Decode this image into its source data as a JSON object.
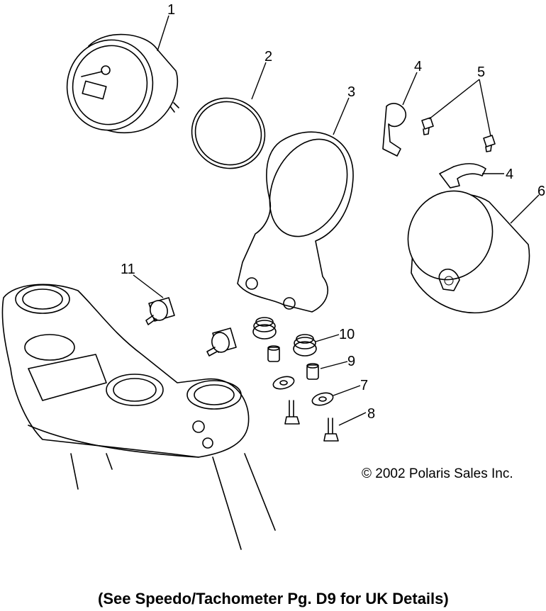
{
  "callouts": {
    "c1": "1",
    "c2": "2",
    "c3": "3",
    "c4a": "4",
    "c4b": "4",
    "c5": "5",
    "c6": "6",
    "c7": "7",
    "c8": "8",
    "c9": "9",
    "c10": "10",
    "c11": "11"
  },
  "copyright": "© 2002 Polaris Sales Inc.",
  "note": "(See Speedo/Tachometer Pg. D9 for UK Details)"
}
